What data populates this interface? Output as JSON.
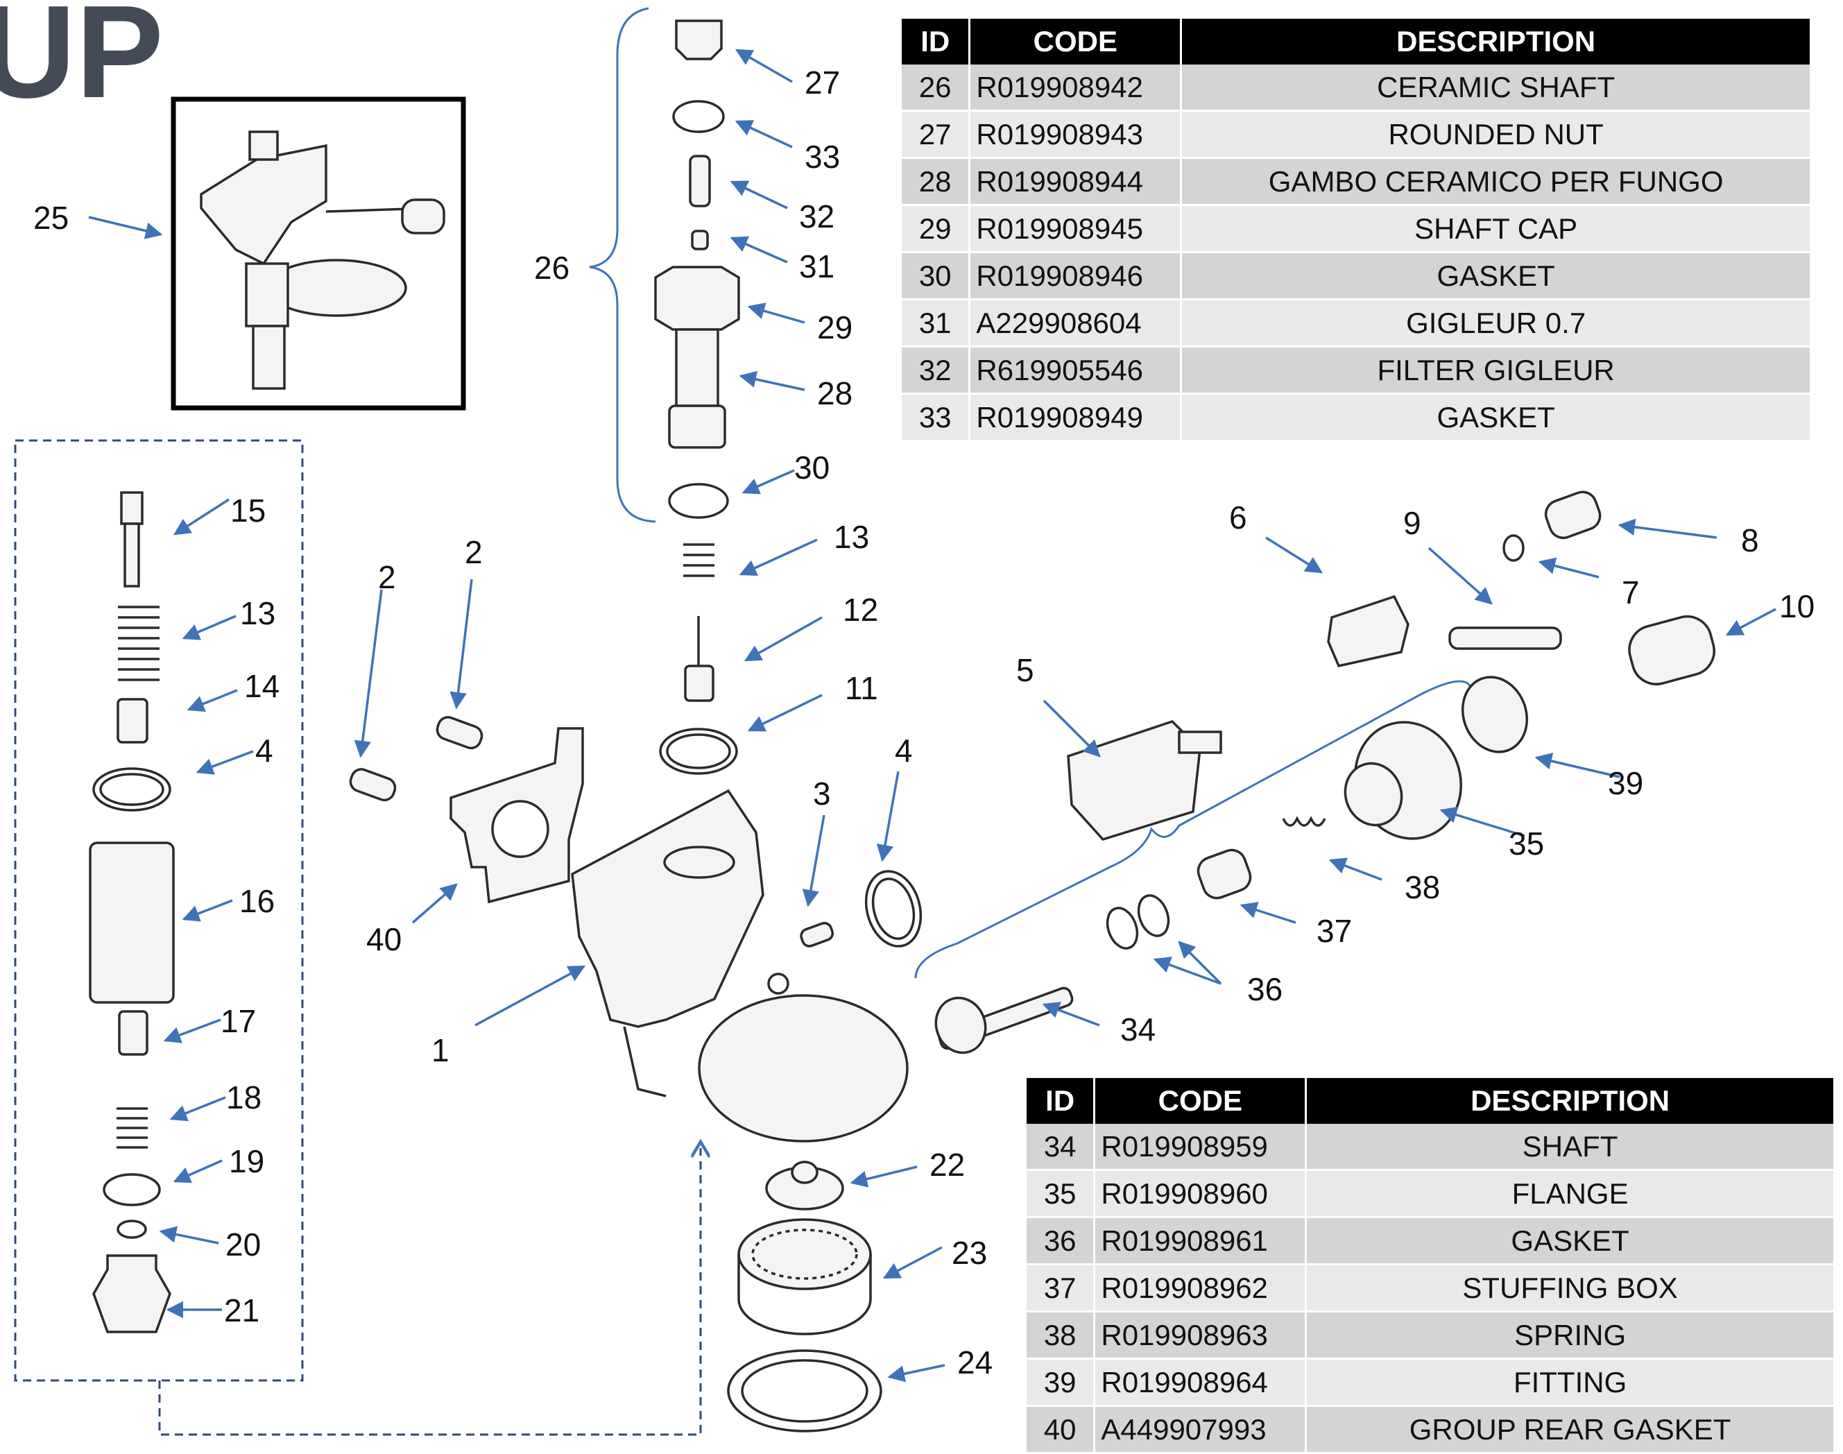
{
  "title": "UP",
  "tables": [
    {
      "headers": {
        "id": "ID",
        "code": "CODE",
        "description": "DESCRIPTION"
      },
      "rows": [
        {
          "id": "26",
          "code": "R019908942",
          "description": "CERAMIC SHAFT"
        },
        {
          "id": "27",
          "code": "R019908943",
          "description": "ROUNDED NUT"
        },
        {
          "id": "28",
          "code": "R019908944",
          "description": "GAMBO CERAMICO PER FUNGO"
        },
        {
          "id": "29",
          "code": "R019908945",
          "description": "SHAFT CAP"
        },
        {
          "id": "30",
          "code": "R019908946",
          "description": "GASKET"
        },
        {
          "id": "31",
          "code": "A229908604",
          "description": "GIGLEUR 0.7"
        },
        {
          "id": "32",
          "code": "R619905546",
          "description": "FILTER GIGLEUR"
        },
        {
          "id": "33",
          "code": "R019908949",
          "description": "GASKET"
        }
      ]
    },
    {
      "headers": {
        "id": "ID",
        "code": "CODE",
        "description": "DESCRIPTION"
      },
      "rows": [
        {
          "id": "34",
          "code": "R019908959",
          "description": "SHAFT"
        },
        {
          "id": "35",
          "code": "R019908960",
          "description": "FLANGE"
        },
        {
          "id": "36",
          "code": "R019908961",
          "description": "GASKET"
        },
        {
          "id": "37",
          "code": "R019908962",
          "description": "STUFFING BOX"
        },
        {
          "id": "38",
          "code": "R019908963",
          "description": "SPRING"
        },
        {
          "id": "39",
          "code": "R019908964",
          "description": "FITTING"
        },
        {
          "id": "40",
          "code": "A449907993",
          "description": "GROUP REAR GASKET"
        }
      ]
    }
  ],
  "callouts": {
    "c1": "1",
    "c2a": "2",
    "c2b": "2",
    "c3": "3",
    "c4a": "4",
    "c4b": "4",
    "c5": "5",
    "c6": "6",
    "c7": "7",
    "c8": "8",
    "c9": "9",
    "c10": "10",
    "c11": "11",
    "c12": "12",
    "c13a": "13",
    "c13b": "13",
    "c14": "14",
    "c15": "15",
    "c16": "16",
    "c17": "17",
    "c18": "18",
    "c19": "19",
    "c20": "20",
    "c21": "21",
    "c22": "22",
    "c23": "23",
    "c24": "24",
    "c25": "25",
    "c26": "26",
    "c27": "27",
    "c28": "28",
    "c29": "29",
    "c30": "30",
    "c31": "31",
    "c32": "32",
    "c33": "33",
    "c34": "34",
    "c35": "35",
    "c36": "36",
    "c37": "37",
    "c38": "38",
    "c39": "39",
    "c40": "40"
  },
  "colors": {
    "arrow": "#3e73b8",
    "table_header": "#000000",
    "row_dark": "#d4d4d4",
    "row_light": "#e9e9e9",
    "title": "#454a57"
  }
}
